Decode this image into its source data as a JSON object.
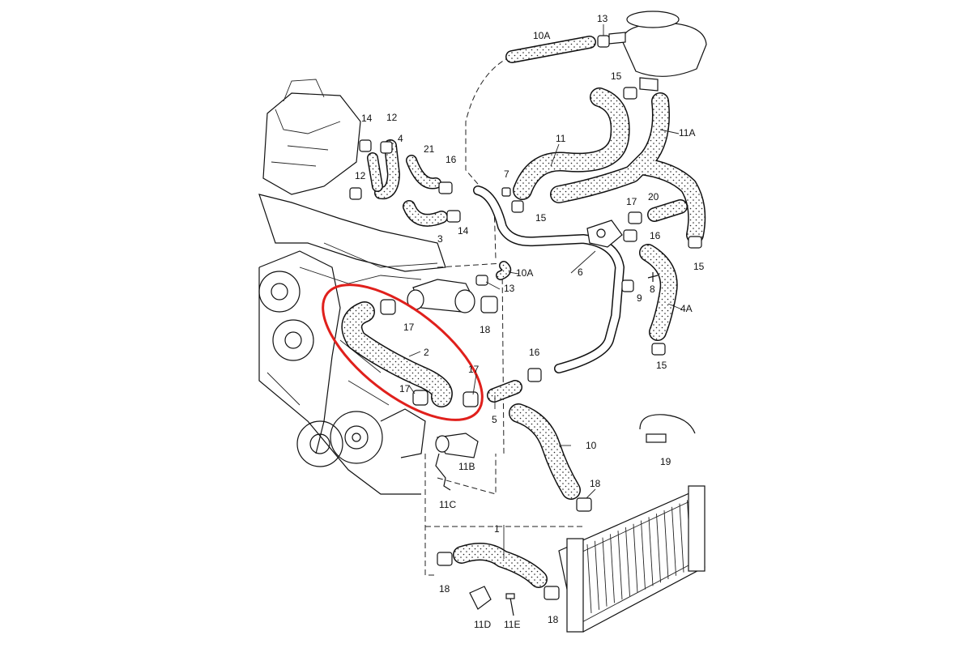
{
  "diagram": {
    "title": "Cooling system hoses exploded view",
    "highlight_color": "#e0201c",
    "highlighted_part": "2",
    "labels": [
      "10A",
      "13",
      "15",
      "11",
      "11A",
      "14",
      "12",
      "4",
      "21",
      "16",
      "7",
      "12",
      "15",
      "17",
      "20",
      "3",
      "14",
      "16",
      "15",
      "10A",
      "6",
      "13",
      "8",
      "9",
      "4A",
      "17",
      "18",
      "2",
      "16",
      "17",
      "17",
      "15",
      "5",
      "10",
      "19",
      "11B",
      "11C",
      "18",
      "1",
      "18",
      "18",
      "11D",
      "11E"
    ]
  }
}
